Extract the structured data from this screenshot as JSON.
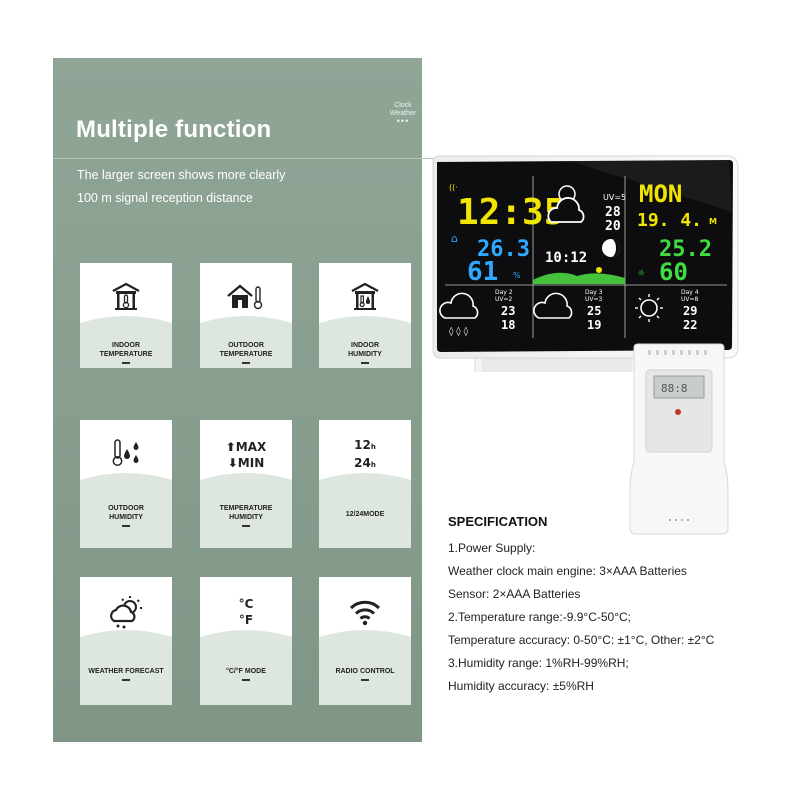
{
  "brand": {
    "line1": "Clock",
    "line2": "Weather",
    "dots": "•••"
  },
  "title": "Multiple function",
  "subtitles": [
    "The larger screen shows more clearly",
    "100 m signal reception distance"
  ],
  "features": [
    {
      "label": "INDOOR\nTEMPERATURE",
      "icon": "house-thermometer-icon"
    },
    {
      "label": "OUTDOOR\nTEMPERATURE",
      "icon": "home-thermometer-icon"
    },
    {
      "label": "INDOOR\nHUMIDITY",
      "icon": "house-droplet-icon"
    },
    {
      "label": "OUTDOOR\nHUMIDITY",
      "icon": "thermometer-droplets-icon",
      "icon_text": ""
    },
    {
      "label": "TEMPERATURE\nHUMIDITY",
      "icon": "max-min-icon",
      "icon_text": "MAX|MIN"
    },
    {
      "label": "12/24MODE",
      "icon": "time-mode-icon",
      "icon_text": "12h|24h"
    },
    {
      "label": "WEATHER FORECAST",
      "icon": "sun-cloud-icon"
    },
    {
      "label": "°C/°F MODE",
      "icon": "celsius-fahrenheit-icon",
      "icon_text": "°C|°F"
    },
    {
      "label": "RADIO CONTROL",
      "icon": "wifi-icon"
    }
  ],
  "display": {
    "time": "12:35",
    "day": "MON",
    "date": "19. 4.",
    "date_suffix": "M",
    "indoor_temp": "26.3",
    "indoor_hum": "61",
    "outdoor_temp": "25.2",
    "outdoor_hum": "60",
    "center_time": "10:12",
    "uv_today": "UV=5",
    "today_hi": "28",
    "today_lo": "20",
    "day2": "Day 2",
    "day2_uv": "UV=2",
    "day2_hi": "23",
    "day2_lo": "18",
    "day3": "Day 3",
    "day3_uv": "UV=3",
    "day3_hi": "25",
    "day3_lo": "19",
    "day4": "Day 4",
    "day4_uv": "UV=8",
    "day4_hi": "29",
    "day4_lo": "22"
  },
  "spec": {
    "title": "SPECIFICATION",
    "lines": [
      "1.Power Supply:",
      "Weather clock main engine: 3×AAA Batteries",
      "Sensor: 2×AAA Batteries",
      "2.Temperature range:-9.9°C-50°C;",
      "Temperature accuracy: 0-50°C: ±1°C, Other: ±2°C",
      "3.Humidity range: 1%RH-99%RH;",
      "Humidity accuracy: ±5%RH"
    ]
  },
  "colors": {
    "panel": "#879d8e",
    "card_bottom": "#dde7df",
    "lcd_yellow": "#f2e600",
    "lcd_blue": "#2fa8ff",
    "lcd_green": "#3fdd3f",
    "lcd_orange": "#ff8a1c"
  }
}
